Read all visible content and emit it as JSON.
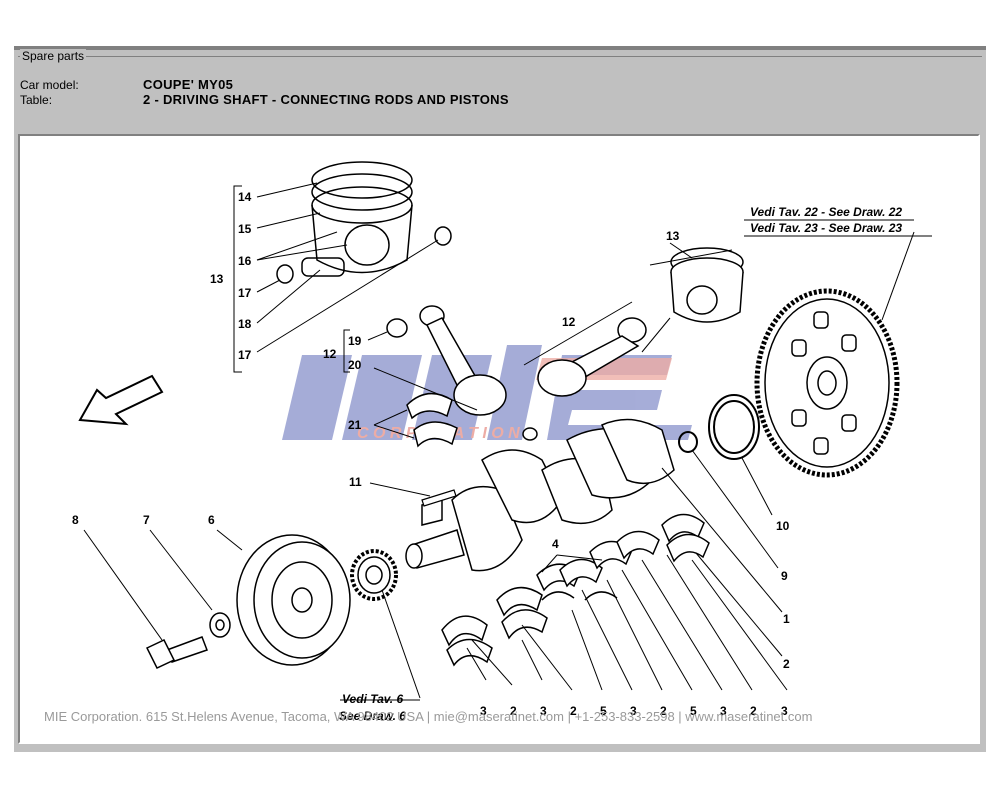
{
  "panel": {
    "legend": "Spare parts",
    "car_model_label": "Car model:",
    "car_model_value": "COUPE' MY05",
    "table_label": "Table:",
    "table_value": "2 - DRIVING SHAFT - CONNECTING RODS AND PISTONS"
  },
  "drawing": {
    "callouts": {
      "c14": "14",
      "c15": "15",
      "c16": "16",
      "c13a": "13",
      "c17a": "17",
      "c18": "18",
      "c17b": "17",
      "c19": "19",
      "c12a": "12",
      "c20": "20",
      "c21": "21",
      "c12b": "12",
      "c13b": "13",
      "c11": "11",
      "c8": "8",
      "c7": "7",
      "c6": "6",
      "c4": "4",
      "c10": "10",
      "c9": "9",
      "c1": "1",
      "c2r": "2",
      "b3a": "3",
      "b2a": "2",
      "b3b": "3",
      "b2b": "2",
      "b5a": "5",
      "b3c": "3",
      "b2c": "2",
      "b5b": "5",
      "b3d": "3",
      "b2d": "2",
      "b3e": "3"
    },
    "ref_tav22": "Vedi Tav. 22 - See Draw. 22",
    "ref_tav23": "Vedi Tav. 23 - See Draw. 23",
    "ref_tav6": "Vedi Tav. 6",
    "ref_draw6": "See Draw. 6",
    "watermark_logo": "MIE",
    "watermark_sub": "C O R P O R A T I O N",
    "footer": "MIE Corporation. 615 St.Helens Avenue, Tacoma, WA 98402 USA  |  mie@maseratinet.com  |  +1-253-833-2598  |  www.maseratinet.com"
  },
  "colors": {
    "panel_bg": "#c0c0c0",
    "watermark_blue": "#3a4aa8",
    "watermark_red": "#d84a3a"
  }
}
